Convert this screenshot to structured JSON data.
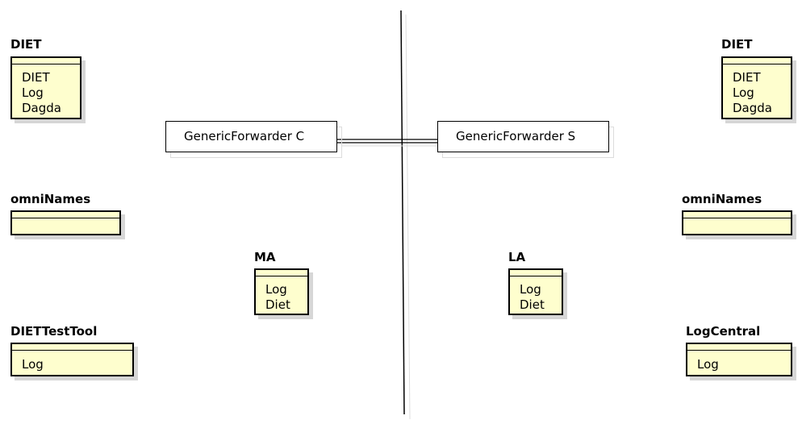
{
  "packages": {
    "diet_left": {
      "title": "DIET",
      "items": [
        "DIET",
        "Log",
        "Dagda"
      ]
    },
    "omni_left": {
      "title": "omniNames",
      "items": []
    },
    "testtool": {
      "title": "DIETTestTool",
      "items": [
        "Log"
      ]
    },
    "ma": {
      "title": "MA",
      "items": [
        "Log",
        "Diet"
      ]
    },
    "la": {
      "title": "LA",
      "items": [
        "Log",
        "Diet"
      ]
    },
    "diet_right": {
      "title": "DIET",
      "items": [
        "DIET",
        "Log",
        "Dagda"
      ]
    },
    "omni_right": {
      "title": "omniNames",
      "items": []
    },
    "logcentral": {
      "title": "LogCentral",
      "items": [
        "Log"
      ]
    }
  },
  "forwarders": {
    "client": {
      "label": "GenericForwarder C"
    },
    "server": {
      "label": "GenericForwarder S"
    }
  }
}
